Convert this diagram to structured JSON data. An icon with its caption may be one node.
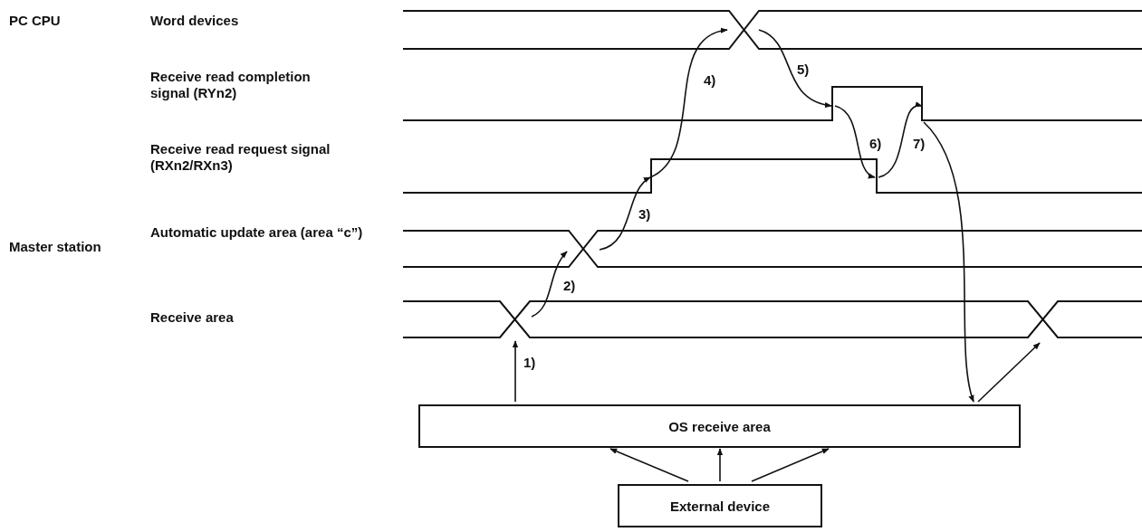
{
  "diagram": {
    "nodes": [
      {
        "text": [
          "OS receive area"
        ]
      },
      {
        "text": [
          "External device"
        ]
      }
    ],
    "edges": [
      {
        "from": 0,
        "to": null,
        "arrow": "to",
        "label": "1)"
      },
      {
        "from": null,
        "to": 0,
        "arrow": "to"
      },
      {
        "from": 0,
        "to": null,
        "arrow": "to"
      },
      {
        "from": 1,
        "to": 0,
        "arrow": "to"
      },
      {
        "from": 1,
        "to": 0,
        "arrow": "to"
      },
      {
        "from": 1,
        "to": 0,
        "arrow": "to"
      }
    ],
    "labels": [
      "PC CPU",
      "Word devices",
      "4)",
      "5)",
      "Receive read completion signal (RYn2)",
      "6)",
      "7)",
      "Receive read request signal (RXn2/RXn3)",
      "3)",
      "Master station",
      "Automatic update area (area “c”)",
      "2)",
      "Receive area"
    ]
  }
}
